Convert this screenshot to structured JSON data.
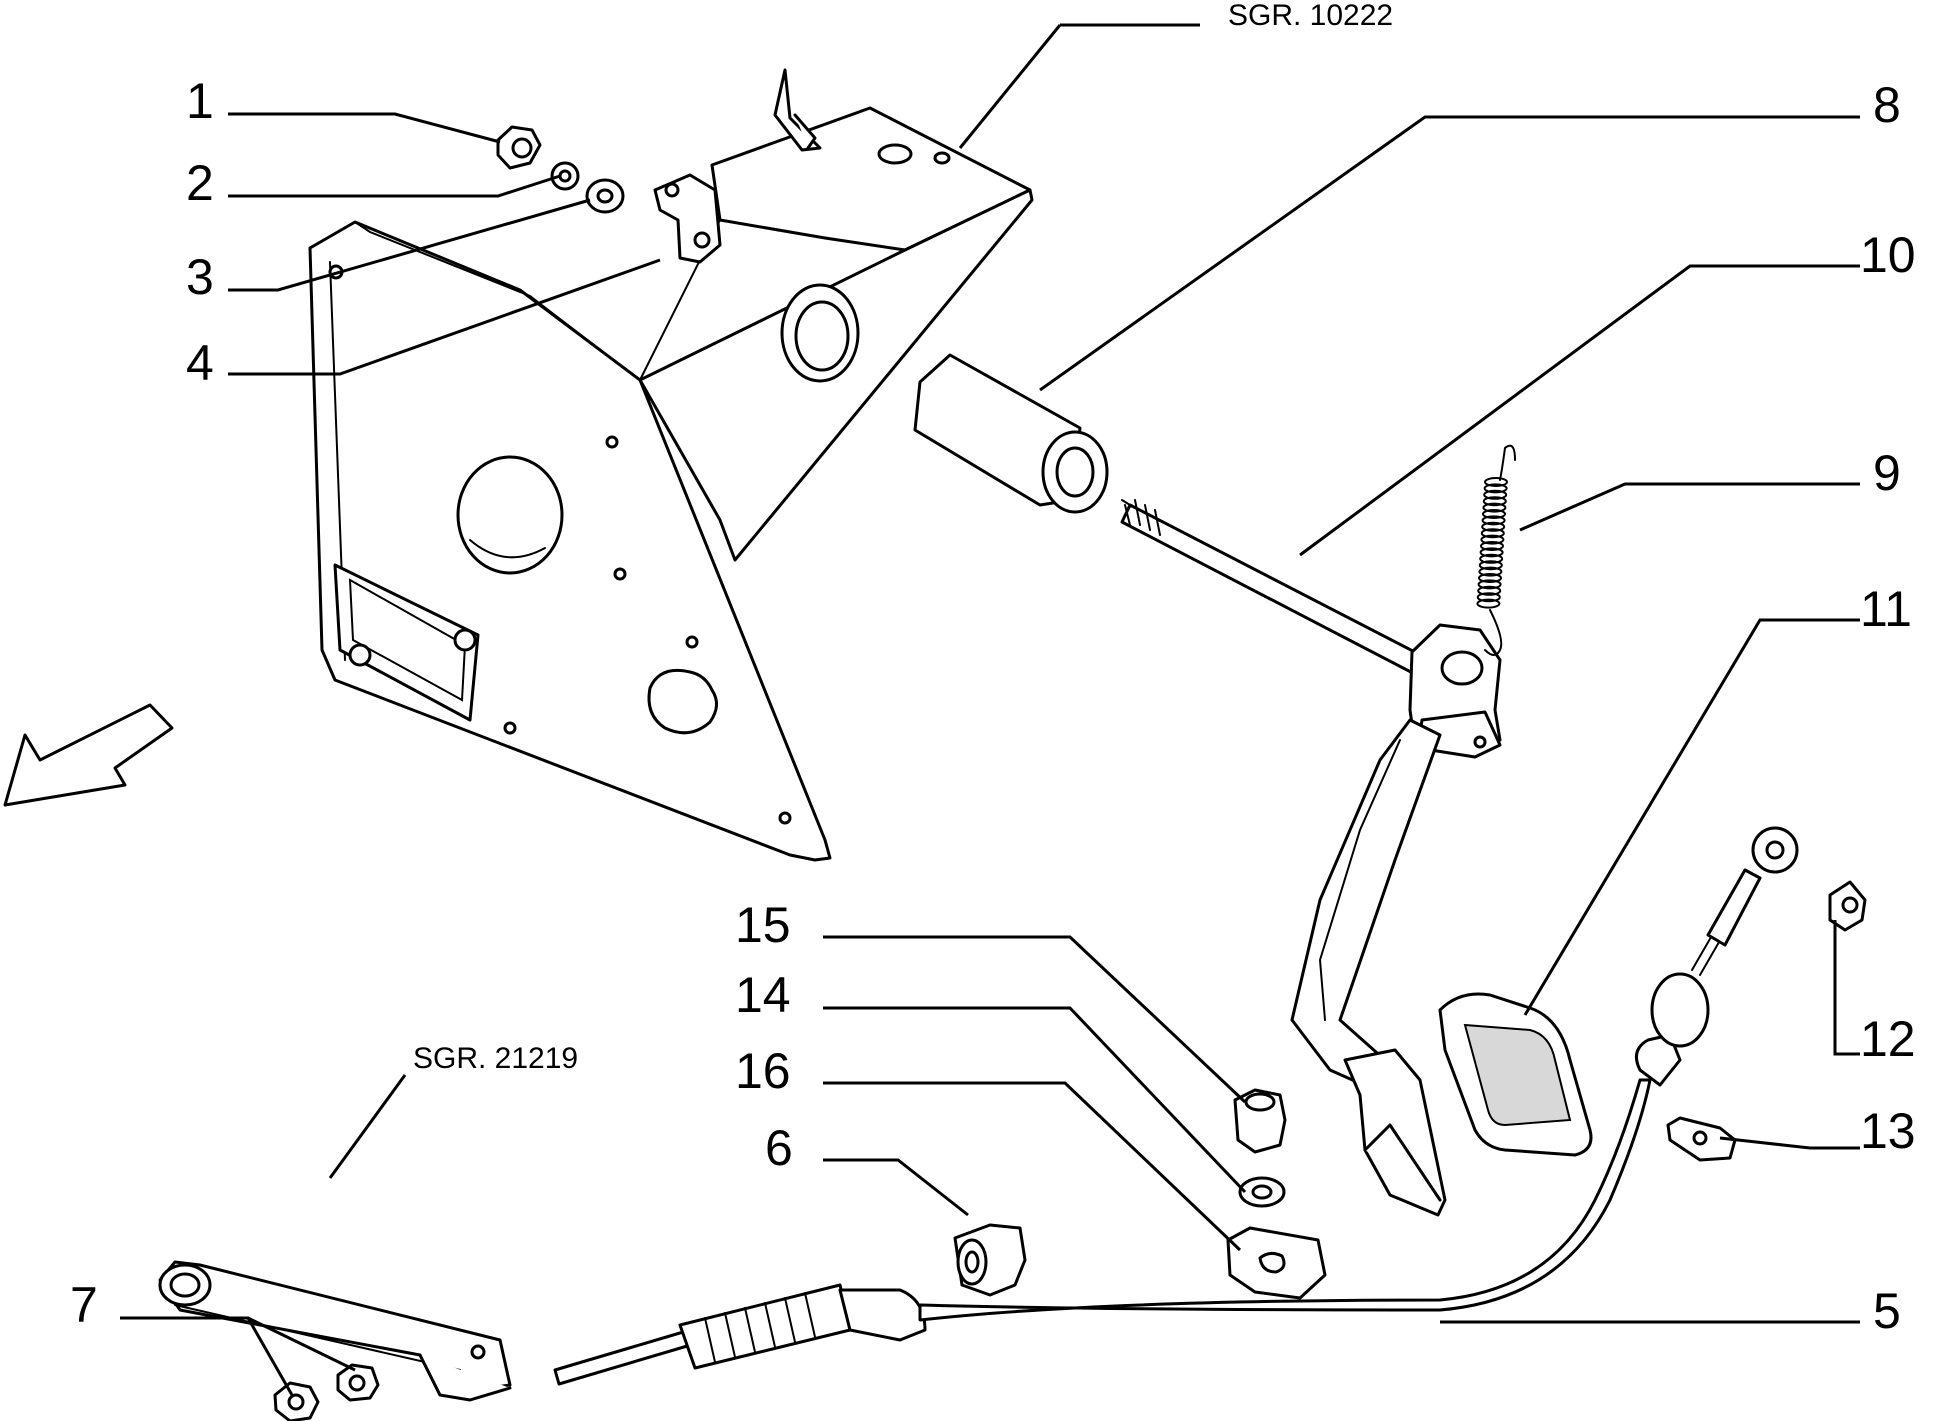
{
  "references": {
    "ref_top": "SGR. 10222",
    "ref_bottom": "SGR. 21219"
  },
  "callouts": {
    "n1": "1",
    "n2": "2",
    "n3": "3",
    "n4": "4",
    "n5": "5",
    "n6": "6",
    "n7": "7",
    "n8": "8",
    "n9": "9",
    "n10": "10",
    "n11": "11",
    "n12": "12",
    "n13": "13",
    "n14": "14",
    "n15": "15",
    "n16": "16"
  }
}
